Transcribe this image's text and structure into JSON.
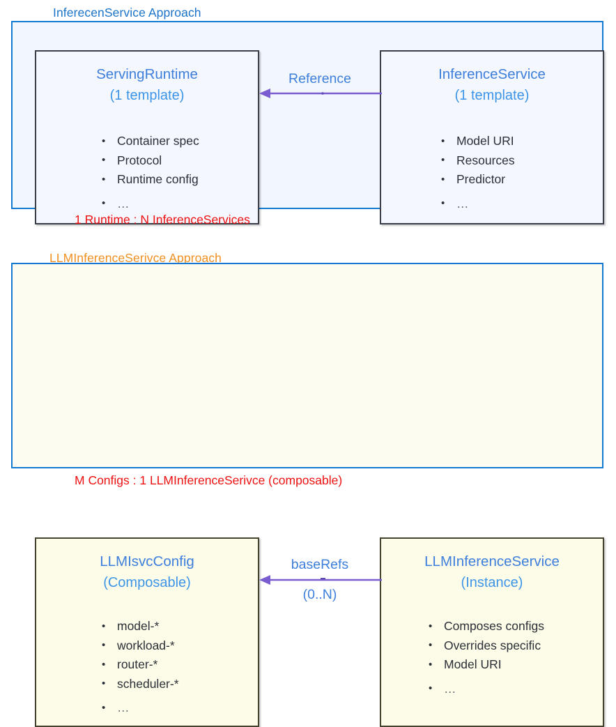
{
  "diagram": {
    "sections": [
      {
        "id": "inferenceservice",
        "title": "InferecenService Approach",
        "title_color": "#1a73c8",
        "panel_border_color": "#1479d0",
        "panel_background": "#f2f6fd",
        "left_card": {
          "title": "ServingRuntime",
          "subtitle": "(1 template)",
          "bullets": [
            "Container spec",
            "Protocol",
            "Runtime config",
            "…"
          ]
        },
        "right_card": {
          "title": "InferenceService",
          "subtitle": "(1 template)",
          "bullets": [
            "Model URI",
            "Resources",
            "Predictor",
            "…"
          ]
        },
        "relation": {
          "label": "Reference",
          "cardinality": "",
          "direction": "right-to-left",
          "color": "#7a5cd0"
        },
        "caption": "1 Runtime : N InferenceServices",
        "caption_color": "#ee1111"
      },
      {
        "id": "llminferenceservice",
        "title": "LLMInferenceSerivce Approach",
        "title_color": "#ef9020",
        "panel_border_color": "#1479d0",
        "panel_background": "#fdfcf0",
        "left_card": {
          "title": "LLMIsvcConfig",
          "subtitle": "(Composable)",
          "bullets": [
            "model-*",
            "workload-*",
            "router-*",
            "scheduler-*",
            "…"
          ]
        },
        "right_card": {
          "title": "LLMInferenceService",
          "subtitle": "(Instance)",
          "bullets": [
            "Composes configs",
            "Overrides specific",
            "Model URI",
            "…"
          ]
        },
        "relation": {
          "label": "baseRefs",
          "cardinality": "(0..N)",
          "direction": "right-to-left",
          "color": "#7a5cd0"
        },
        "caption": "M Configs : 1 LLMInferenceSerivce (composable)",
        "caption_color": "#ee1111"
      }
    ]
  }
}
